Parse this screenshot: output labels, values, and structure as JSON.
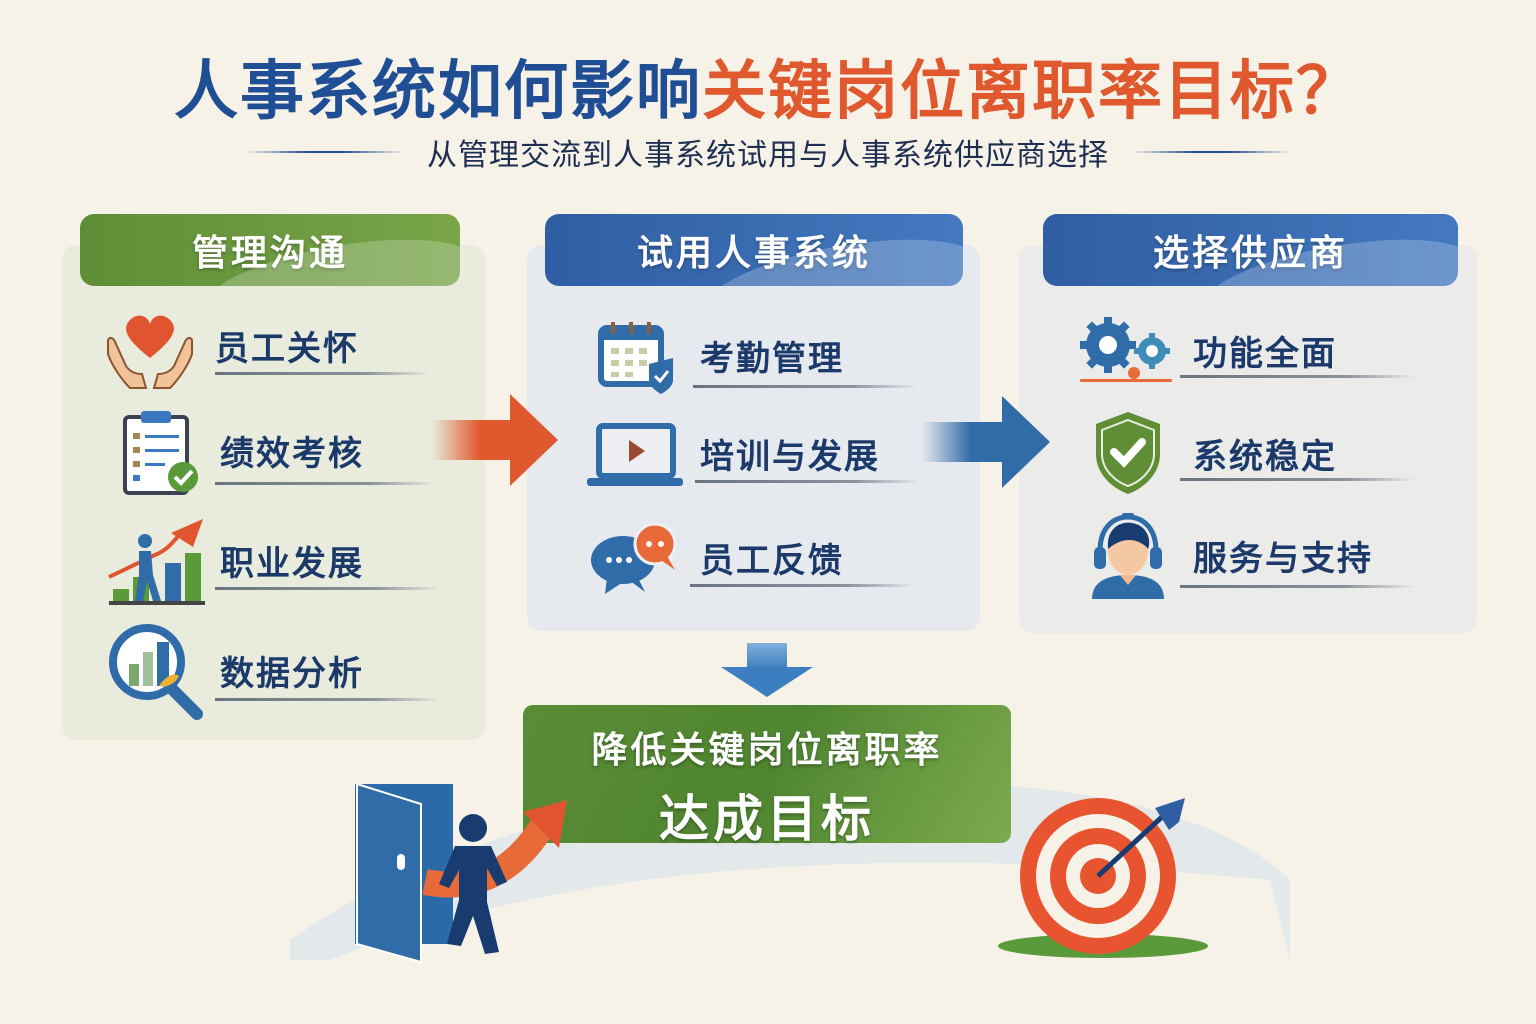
{
  "header": {
    "title_part1": "人事系统如何影响",
    "title_part2": "关键岗位离职率目标？",
    "subtitle": "从管理交流到人事系统试用与人事系统供应商选择"
  },
  "colors": {
    "background": "#f6f2e8",
    "title_blue": "#1f4e94",
    "title_orange": "#e0582d",
    "green_accent": "#5f8e37",
    "blue_accent": "#2f5ea3",
    "text_dark": "#1b3a6a"
  },
  "panels": [
    {
      "title": "管理沟通",
      "color": "green",
      "items": [
        {
          "label": "员工关怀",
          "icon": "heart-hands-icon"
        },
        {
          "label": "绩效考核",
          "icon": "clipboard-check-icon"
        },
        {
          "label": "职业发展",
          "icon": "career-growth-icon"
        },
        {
          "label": "数据分析",
          "icon": "magnifier-chart-icon"
        }
      ]
    },
    {
      "title": "试用人事系统",
      "color": "blue",
      "items": [
        {
          "label": "考勤管理",
          "icon": "calendar-shield-icon"
        },
        {
          "label": "培训与发展",
          "icon": "laptop-play-icon"
        },
        {
          "label": "员工反馈",
          "icon": "chat-bubbles-icon"
        }
      ]
    },
    {
      "title": "选择供应商",
      "color": "blue",
      "items": [
        {
          "label": "功能全面",
          "icon": "gears-icon"
        },
        {
          "label": "系统稳定",
          "icon": "shield-check-icon"
        },
        {
          "label": "服务与支持",
          "icon": "headset-agent-icon"
        }
      ]
    }
  ],
  "goal": {
    "line1": "降低关键岗位离职率",
    "line2": "达成目标"
  }
}
